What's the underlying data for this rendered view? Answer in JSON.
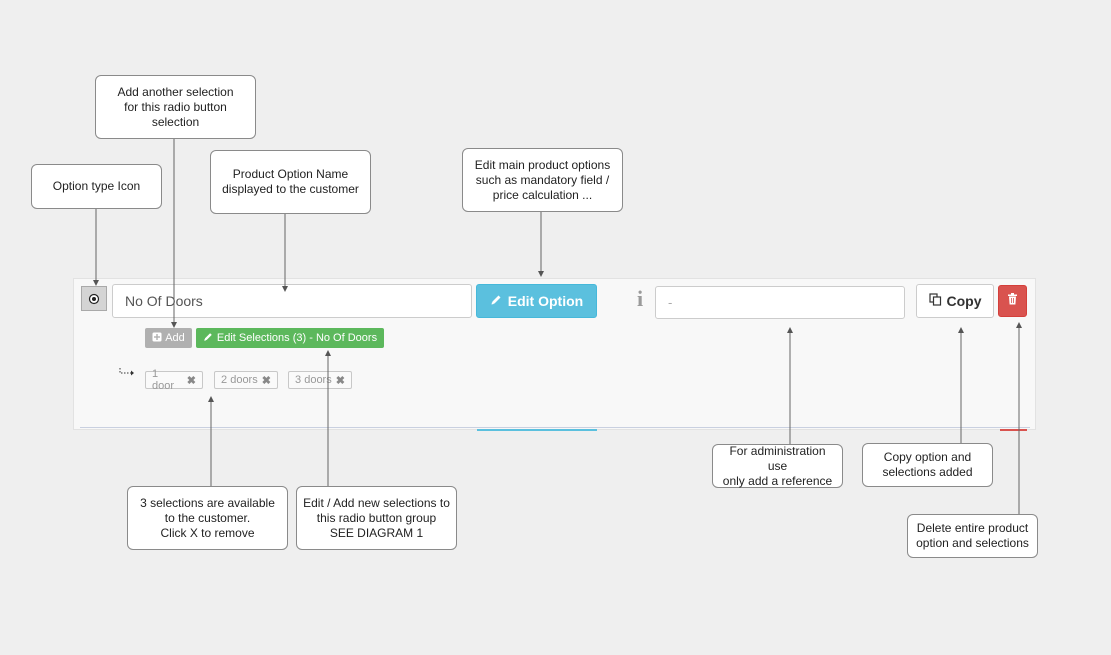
{
  "callouts": {
    "option_type_icon": "Option type Icon",
    "add_selection": "Add another selection\nfor this radio button\nselection",
    "option_name": "Product Option Name\ndisplayed to the customer",
    "edit_main": "Edit main product options\nsuch as mandatory field /\nprice calculation ...",
    "selections_available": "3 selections are available\nto the customer.\nClick X to remove",
    "edit_add_selections": "Edit / Add new selections to\nthis radio button group\nSEE DIAGRAM 1",
    "admin_reference": "For administration use\nonly add a reference",
    "copy_option": "Copy option and\nselections added",
    "delete_option": "Delete entire product\noption and selections"
  },
  "option_row": {
    "name_value": "No Of Doors",
    "edit_option_label": "Edit Option",
    "info_glyph": "i",
    "reference_value": "-",
    "copy_label": "Copy",
    "add_label": "Add",
    "edit_selections_label": "Edit Selections (3) - No Of Doors",
    "selections": [
      "1 door",
      "2 doors",
      "3 doors"
    ],
    "remove_glyph": "✖"
  },
  "colors": {
    "info_button": "#5bc0de",
    "success_button": "#5cb85c",
    "danger_button": "#d9534f",
    "muted_button": "#b0b0b0"
  },
  "icons": {
    "type": "radio-icon",
    "edit": "pencil-icon",
    "copy": "copy-icon",
    "delete": "trash-icon",
    "add": "plus-square-icon",
    "tree": "tree-branch-icon",
    "info": "info-icon"
  }
}
